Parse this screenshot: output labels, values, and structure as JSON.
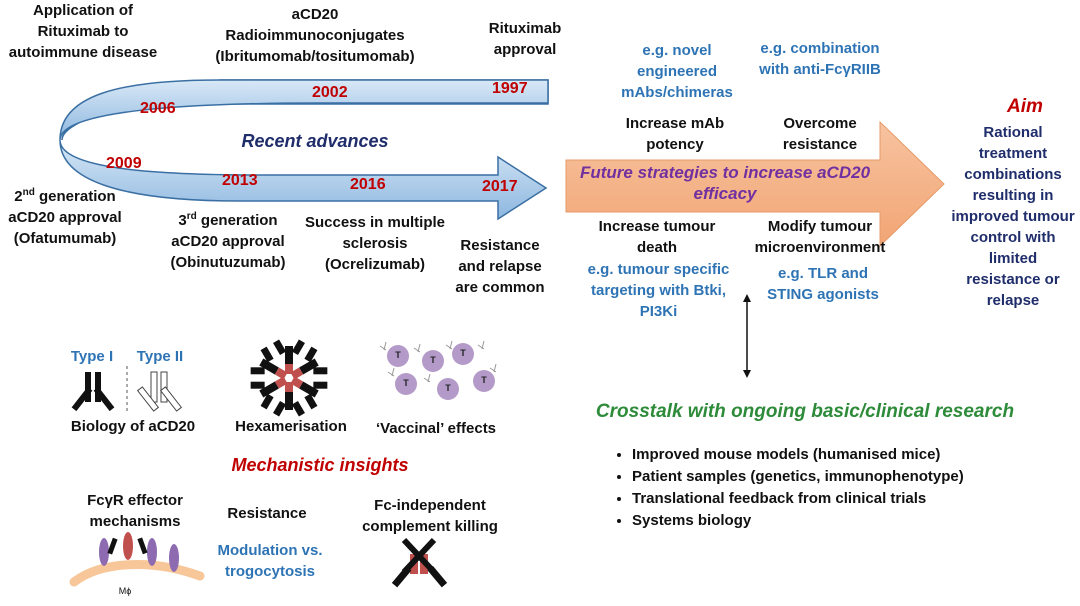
{
  "timeline": {
    "center_label": "Recent advances",
    "events": [
      {
        "year": "1997",
        "text": "Rituximab approval"
      },
      {
        "year": "2002",
        "text": "aCD20 Radioimmunoconjugates (Ibritumomab/tositumomab)"
      },
      {
        "year": "2006",
        "text": "Application of Rituximab to autoimmune disease"
      },
      {
        "year": "2009",
        "text_prefix": "2",
        "text_sup": "nd",
        "text_rest": " generation aCD20 approval (Ofatumumab)"
      },
      {
        "year": "2013",
        "text_prefix": "3",
        "text_sup": "rd",
        "text_rest": " generation aCD20 approval (Obinutuzumab)"
      },
      {
        "year": "2016",
        "text": "Success in multiple sclerosis (Ocrelizumab)"
      },
      {
        "year": "2017",
        "text": "Resistance and relapse are common"
      }
    ]
  },
  "future": {
    "title": "Future strategies to increase aCD20 efficacy",
    "top_left_example": "e.g. novel engineered mAbs/chimeras",
    "top_left_label": "Increase mAb potency",
    "top_right_example": "e.g. combination with anti-FcγRIIB",
    "top_right_label": "Overcome resistance",
    "bottom_left_label": "Increase tumour death",
    "bottom_left_example": "e.g. tumour specific targeting with Btki,  PI3Ki",
    "bottom_right_label": "Modify tumour microenvironment",
    "bottom_right_example": "e.g. TLR and STING agonists"
  },
  "aim": {
    "title": "Aim",
    "text": "Rational treatment combinations resulting in improved tumour control with limited resistance or relapse"
  },
  "crosstalk": {
    "title": "Crosstalk with ongoing basic/clinical research",
    "items": [
      "Improved mouse models (humanised mice)",
      "Patient samples (genetics, immunophenotype)",
      "Translational feedback from clinical trials",
      "Systems biology"
    ]
  },
  "mechanistic": {
    "title": "Mechanistic insights",
    "type_one": "Type I",
    "type_two": "Type II",
    "biology": "Biology of aCD20",
    "hexamer": "Hexamerisation",
    "vaccinal": "‘Vaccinal’ effects",
    "tcell_letter": "T",
    "fcr": "FcγR effector mechanisms",
    "macrophage": "Mϕ",
    "resistance": "Resistance",
    "modulation": "Modulation vs. trogocytosis",
    "complement": "Fc-independent complement killing"
  },
  "colors": {
    "timeline_fill": "#A9CBEA",
    "timeline_stroke": "#3A6FA3",
    "future_arrow": "#F5B48A",
    "year_red": "#C00000",
    "example_blue": "#2E74B5",
    "aim_navy": "#1F2D6B",
    "crosstalk_green": "#2E8B3A",
    "antibody_red": "#C0504D",
    "tcell_purple": "#B49AC8",
    "membrane": "#F7C79A"
  }
}
